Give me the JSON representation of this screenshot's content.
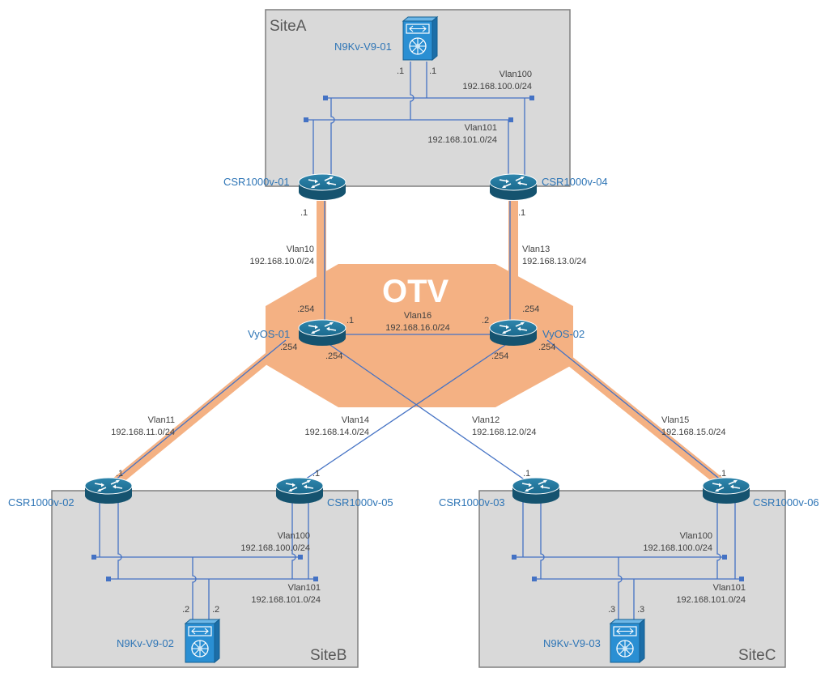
{
  "colors": {
    "otv_fill": "#f4b183",
    "site_fill": "#d9d9d9",
    "link_blue": "#4472c4",
    "device_label": "#2e75b6",
    "router_body": "#1d6d92",
    "switch_body": "#2a8fd3"
  },
  "otv_label": "OTV",
  "sites": {
    "a": "SiteA",
    "b": "SiteB",
    "c": "SiteC"
  },
  "devices": {
    "n9k_01": "N9Kv-V9-01",
    "n9k_02": "N9Kv-V9-02",
    "n9k_03": "N9Kv-V9-03",
    "csr_01": "CSR1000v-01",
    "csr_02": "CSR1000v-02",
    "csr_03": "CSR1000v-03",
    "csr_04": "CSR1000v-04",
    "csr_05": "CSR1000v-05",
    "csr_06": "CSR1000v-06",
    "vyos_01": "VyOS-01",
    "vyos_02": "VyOS-02"
  },
  "links": {
    "vlan10": {
      "name": "Vlan10",
      "subnet": "192.168.10.0/24"
    },
    "vlan11": {
      "name": "Vlan11",
      "subnet": "192.168.11.0/24"
    },
    "vlan12": {
      "name": "Vlan12",
      "subnet": "192.168.12.0/24"
    },
    "vlan13": {
      "name": "Vlan13",
      "subnet": "192.168.13.0/24"
    },
    "vlan14": {
      "name": "Vlan14",
      "subnet": "192.168.14.0/24"
    },
    "vlan15": {
      "name": "Vlan15",
      "subnet": "192.168.15.0/24"
    },
    "vlan16": {
      "name": "Vlan16",
      "subnet": "192.168.16.0/24"
    }
  },
  "site_vlans": {
    "vlan100": {
      "name": "Vlan100",
      "subnet": "192.168.100.0/24"
    },
    "vlan101": {
      "name": "Vlan101",
      "subnet": "192.168.101.0/24"
    }
  },
  "addr": {
    "dot1": ".1",
    "dot2": ".2",
    "dot3": ".3",
    "dot254": ".254"
  }
}
